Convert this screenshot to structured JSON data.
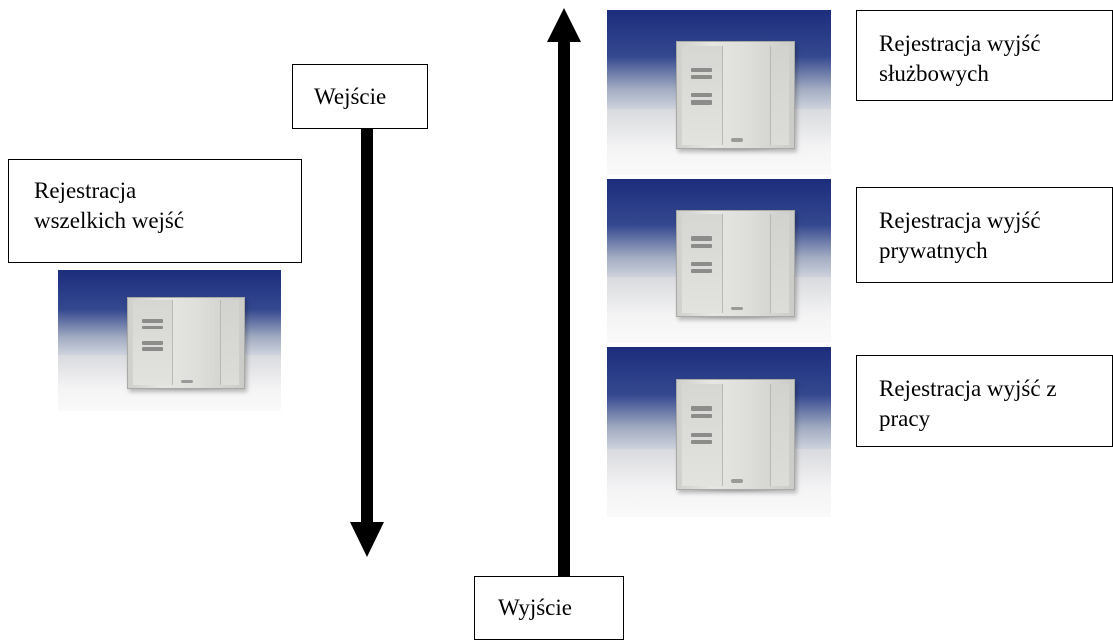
{
  "entry_all": {
    "line1": "Rejestracja",
    "line2": "wszelkich wejść"
  },
  "entry": {
    "label": "Wejście"
  },
  "exit": {
    "label": "Wyjście"
  },
  "exit_business": {
    "line1": "Rejestracja wyjść",
    "line2": "służbowych"
  },
  "exit_private": {
    "line1": "Rejestracja wyjść",
    "line2": "prywatnych"
  },
  "exit_work": {
    "line1": "Rejestracja wyjść z",
    "line2": "pracy"
  },
  "colors": {
    "arrow": "#000000",
    "backdrop_blue": "#1c2d7c",
    "device_body": "#dededb"
  },
  "icons": {
    "device": "time-clock-terminal-icon",
    "down_arrow": "arrow-down-icon",
    "up_arrow": "arrow-up-icon"
  }
}
